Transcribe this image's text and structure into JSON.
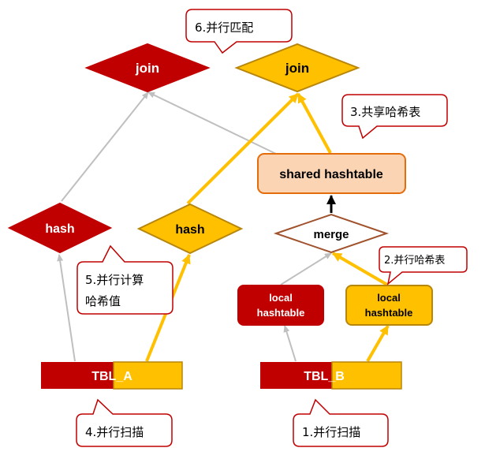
{
  "nodes": {
    "join_left": "join",
    "join_right": "join",
    "hash_left": "hash",
    "hash_right": "hash",
    "shared_hashtable": "shared hashtable",
    "merge": "merge",
    "local_ht_left": [
      "local",
      "hashtable"
    ],
    "local_ht_right": [
      "local",
      "hashtable"
    ],
    "tbl_a": "TBL_A",
    "tbl_b": "TBL_B"
  },
  "callouts": {
    "c1": "1.并行扫描",
    "c2": "2.并行哈希表",
    "c3": "3.共享哈希表",
    "c4": "4.并行扫描",
    "c5_line1": "5.并行计算",
    "c5_line2": "哈希值",
    "c6": "6.并行匹配"
  },
  "colors": {
    "dark_red": "#C00000",
    "gold": "#FFC000",
    "gold_border": "#B8860B",
    "peach": "#FBD4B4",
    "peach_border": "#E46C0A",
    "merge_border": "#A0522D",
    "gray_arrow": "#BFBFBF",
    "yellow_arrow": "#FFC000",
    "callout_border": "#C00000"
  }
}
